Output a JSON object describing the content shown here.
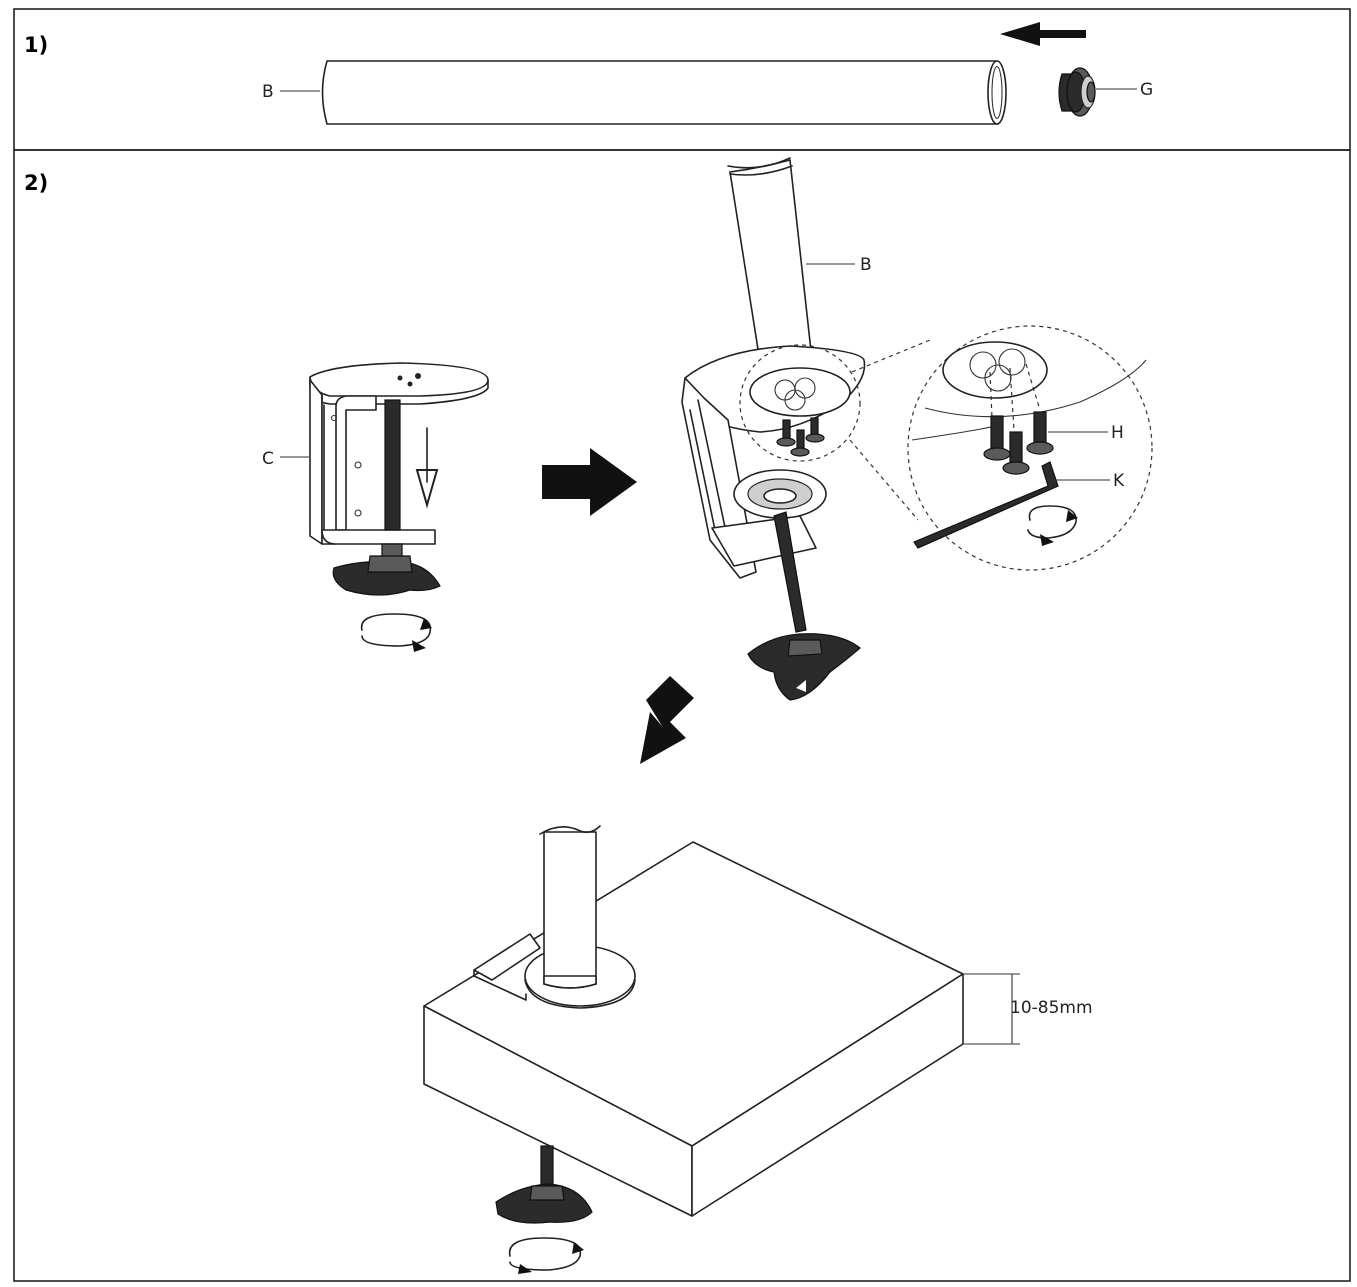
{
  "steps": {
    "step1": "1)",
    "step2": "2)"
  },
  "labels": {
    "b_top": "B",
    "g": "G",
    "b_mid": "B",
    "c": "C",
    "h": "H",
    "k": "K",
    "thickness": "10-85mm"
  },
  "colors": {
    "frame": "#222222",
    "arrow": "#000000",
    "dark_part": "#2b2b2b"
  }
}
